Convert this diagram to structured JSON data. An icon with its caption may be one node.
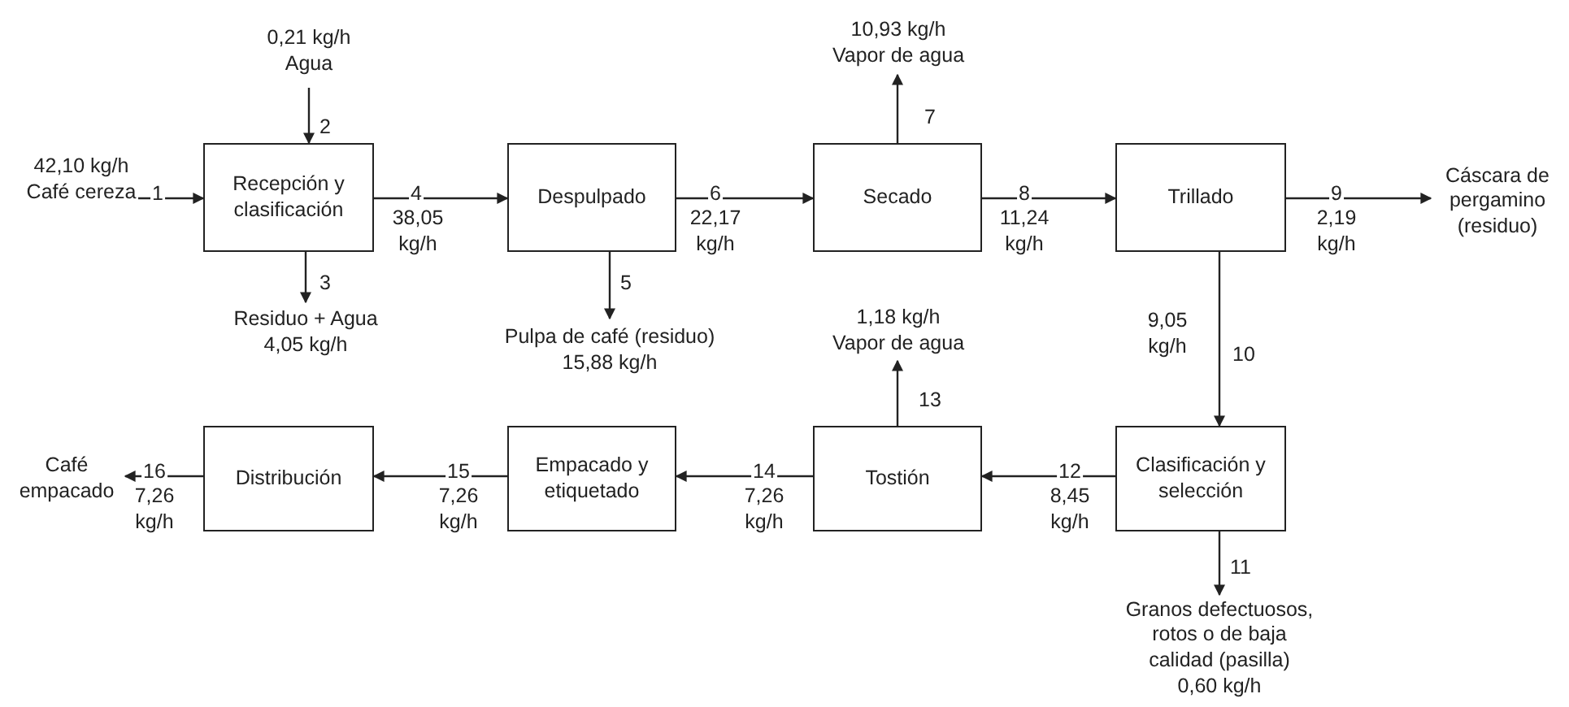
{
  "diagram": {
    "nodes": [
      {
        "text": [
          "42,10 kg/h",
          "Café cereza"
        ]
      },
      {
        "text": [
          "0,21 kg/h",
          "Agua"
        ]
      },
      {
        "text": [
          "Recepción y clasificación"
        ]
      },
      {
        "text": [
          "Residuo + Agua",
          "4,05 kg/h"
        ]
      },
      {
        "text": [
          "Despulpado"
        ]
      },
      {
        "text": [
          "Pulpa de café (residuo)",
          "15,88 kg/h"
        ]
      },
      {
        "text": [
          "10,93 kg/h",
          "Vapor de agua"
        ]
      },
      {
        "text": [
          "Secado"
        ]
      },
      {
        "text": [
          "Trillado"
        ]
      },
      {
        "text": [
          "Cáscara de pergamino (residuo)"
        ]
      },
      {
        "text": [
          "1,18 kg/h",
          "Vapor de agua"
        ]
      },
      {
        "text": [
          "Café empacado"
        ]
      },
      {
        "text": [
          "Distribución"
        ]
      },
      {
        "text": [
          "Empacado y etiquetado"
        ]
      },
      {
        "text": [
          "Tostión"
        ]
      },
      {
        "text": [
          "Clasificación y selección"
        ]
      },
      {
        "text": [
          "Granos defectuosos, rotos o de baja calidad (pasilla)",
          "0,60 kg/h"
        ]
      }
    ],
    "edges": [
      {
        "from": 0,
        "to": 2,
        "arrow": "to",
        "label": "1"
      },
      {
        "from": 1,
        "to": 2,
        "arrow": "to",
        "label": "2"
      },
      {
        "from": 2,
        "to": 3,
        "arrow": "to",
        "label": "3"
      },
      {
        "from": 2,
        "to": 4,
        "arrow": "to",
        "label": "4"
      },
      {
        "from": 4,
        "to": 5,
        "arrow": "to",
        "label": "5"
      },
      {
        "from": 4,
        "to": 7,
        "arrow": "to",
        "label": "6"
      },
      {
        "from": 7,
        "to": 6,
        "arrow": "to",
        "label": "7"
      },
      {
        "from": 7,
        "to": 8,
        "arrow": "to",
        "label": "8"
      },
      {
        "from": 8,
        "to": 9,
        "arrow": "to",
        "label": "9"
      },
      {
        "from": 8,
        "to": 15,
        "arrow": "to",
        "label": "10"
      },
      {
        "from": 15,
        "to": 16,
        "arrow": "to",
        "label": "11"
      },
      {
        "from": 15,
        "to": 14,
        "arrow": "to",
        "label": "12"
      },
      {
        "from": 14,
        "to": 10,
        "arrow": "to",
        "label": "13"
      },
      {
        "from": 14,
        "to": 13,
        "arrow": "to",
        "label": "14"
      },
      {
        "from": 13,
        "to": 12,
        "arrow": "to",
        "label": "15"
      },
      {
        "from": 12,
        "to": 11,
        "arrow": "to",
        "label": "16"
      }
    ],
    "labels": [
      "38,05 kg/h",
      "22,17 kg/h",
      "11,24 kg/h",
      "2,19 kg/h",
      "9,05 kg/h",
      "8,45 kg/h",
      "7,26 kg/h",
      "7,26 kg/h",
      "7,26 kg/h"
    ]
  }
}
